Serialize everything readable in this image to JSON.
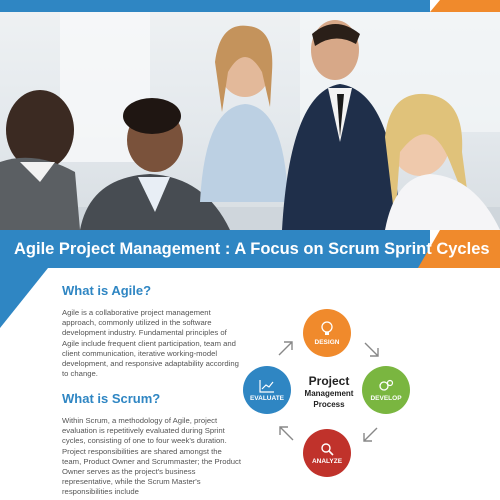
{
  "title": "Agile Project Management :  A Focus on Scrum Sprint Cycles",
  "sections": [
    {
      "heading": "What is Agile?",
      "body": "Agile is a collaborative project management approach, commonly utilized in the software development industry. Fundamental principles of Agile include frequent client participation, team and client communication, iterative working-model development, and responsive adaptability according to change."
    },
    {
      "heading": "What is Scrum?",
      "body": "Within Scrum, a methodology of Agile, project evaluation is repetitively evaluated during Sprint cycles, consisting of one to four week's duration. Project responsibilities are shared amongst the team, Product Owner and Scrummaster; the Product Owner serves as the project's business representative, while the Scrum Master's responsibilities include"
    }
  ],
  "process": {
    "center_line1": "Project",
    "center_line2": "Management",
    "center_line3": "Process",
    "nodes": {
      "design": {
        "label": "DESIGN",
        "color": "#f08a2c",
        "icon": "lightbulb-icon"
      },
      "develop": {
        "label": "DEVELOP",
        "color": "#7ab640",
        "icon": "gears-icon"
      },
      "analyze": {
        "label": "ANALYZE",
        "color": "#c0322b",
        "icon": "magnifier-icon"
      },
      "evaluate": {
        "label": "EVALUATE",
        "color": "#2f86c3",
        "icon": "chart-icon"
      }
    }
  },
  "colors": {
    "primary_blue": "#2f86c3",
    "accent_orange": "#f08a2c",
    "body_text": "#555555"
  }
}
